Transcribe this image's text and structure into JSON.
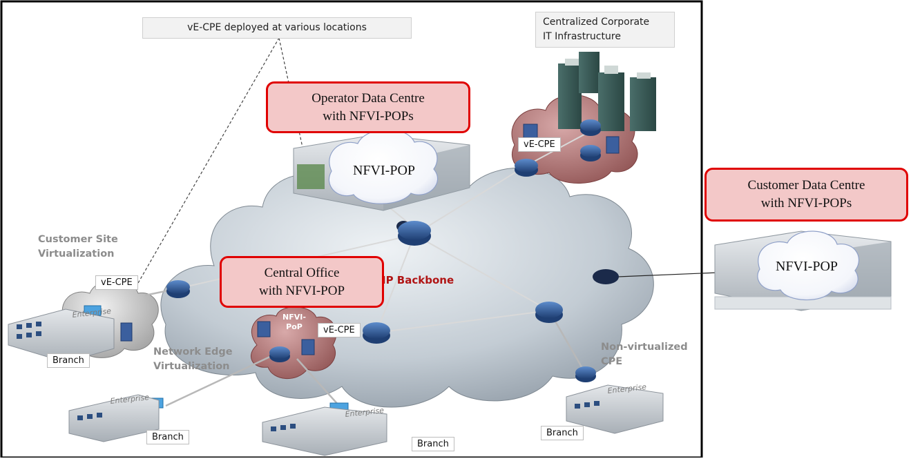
{
  "diagram": {
    "top_note": "vE-CPE deployed at various locations",
    "corporate_it": {
      "line1": "Centralized Corporate",
      "line2": "IT Infrastructure"
    },
    "operator_dc": {
      "line1": "Operator Data Centre",
      "line2": "with NFVI-POPs",
      "cloud_label": "NFVI-POP"
    },
    "customer_dc": {
      "line1": "Customer Data Centre",
      "line2": "with NFVI-POPs",
      "cloud_label": "NFVI-POP"
    },
    "central_office": {
      "line1": "Central Office",
      "line2": "with NFVI-POP"
    },
    "backbone_label": "IP Backbone",
    "customer_site": {
      "line1": "Customer Site",
      "line2": "Virtualization"
    },
    "network_edge": {
      "line1": "Network Edge",
      "line2": "Virtualization"
    },
    "non_virtualized": {
      "line1": "Non-virtualized",
      "line2": "CPE"
    },
    "nfvi_pop_small": {
      "line1": "NFVI-",
      "line2": "PoP"
    },
    "vecpe_label": "vE-CPE",
    "branch_label": "Branch",
    "building_sign": "Enterprise",
    "colors": {
      "frame": "#000000",
      "callout_border": "#e00000",
      "callout_fill": "#f3c8c8",
      "backbone_text": "#b01414",
      "router_blue": "#2f5d9e",
      "red_cloud": "#a86565"
    }
  }
}
